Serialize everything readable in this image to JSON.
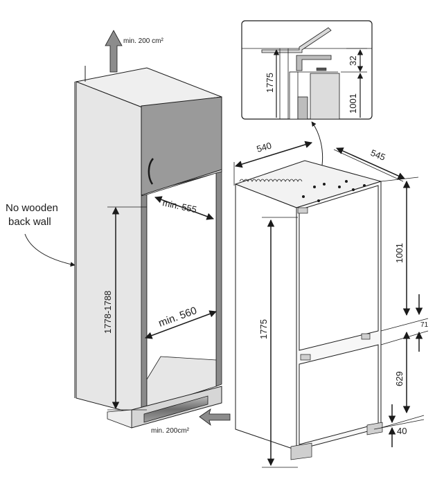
{
  "cabinet": {
    "vent_top": "min. 200 cm²",
    "vent_bottom": "min. 200cm²",
    "note_line1": "No wooden",
    "note_line2": "back wall",
    "depth_min": "min. 555",
    "width_min": "min. 560",
    "height_range": "1778-1788"
  },
  "appliance": {
    "width": "540",
    "depth": "545",
    "height_total": "1775",
    "upper_section": "1001",
    "gap": "71",
    "lower_section": "629",
    "bottom_clearance": "40"
  },
  "detail": {
    "height_total": "1775",
    "top_gap": "32",
    "upper_section": "1001"
  },
  "colors": {
    "line": "#1a1a1a",
    "cabinet_side": "#e6e6e6",
    "cabinet_top": "#efefef",
    "door": "#9a9a9a",
    "frame": "#8a8a8a",
    "vent_arrow": "#8c8c8c",
    "fridge_face": "#f7f7f7"
  }
}
